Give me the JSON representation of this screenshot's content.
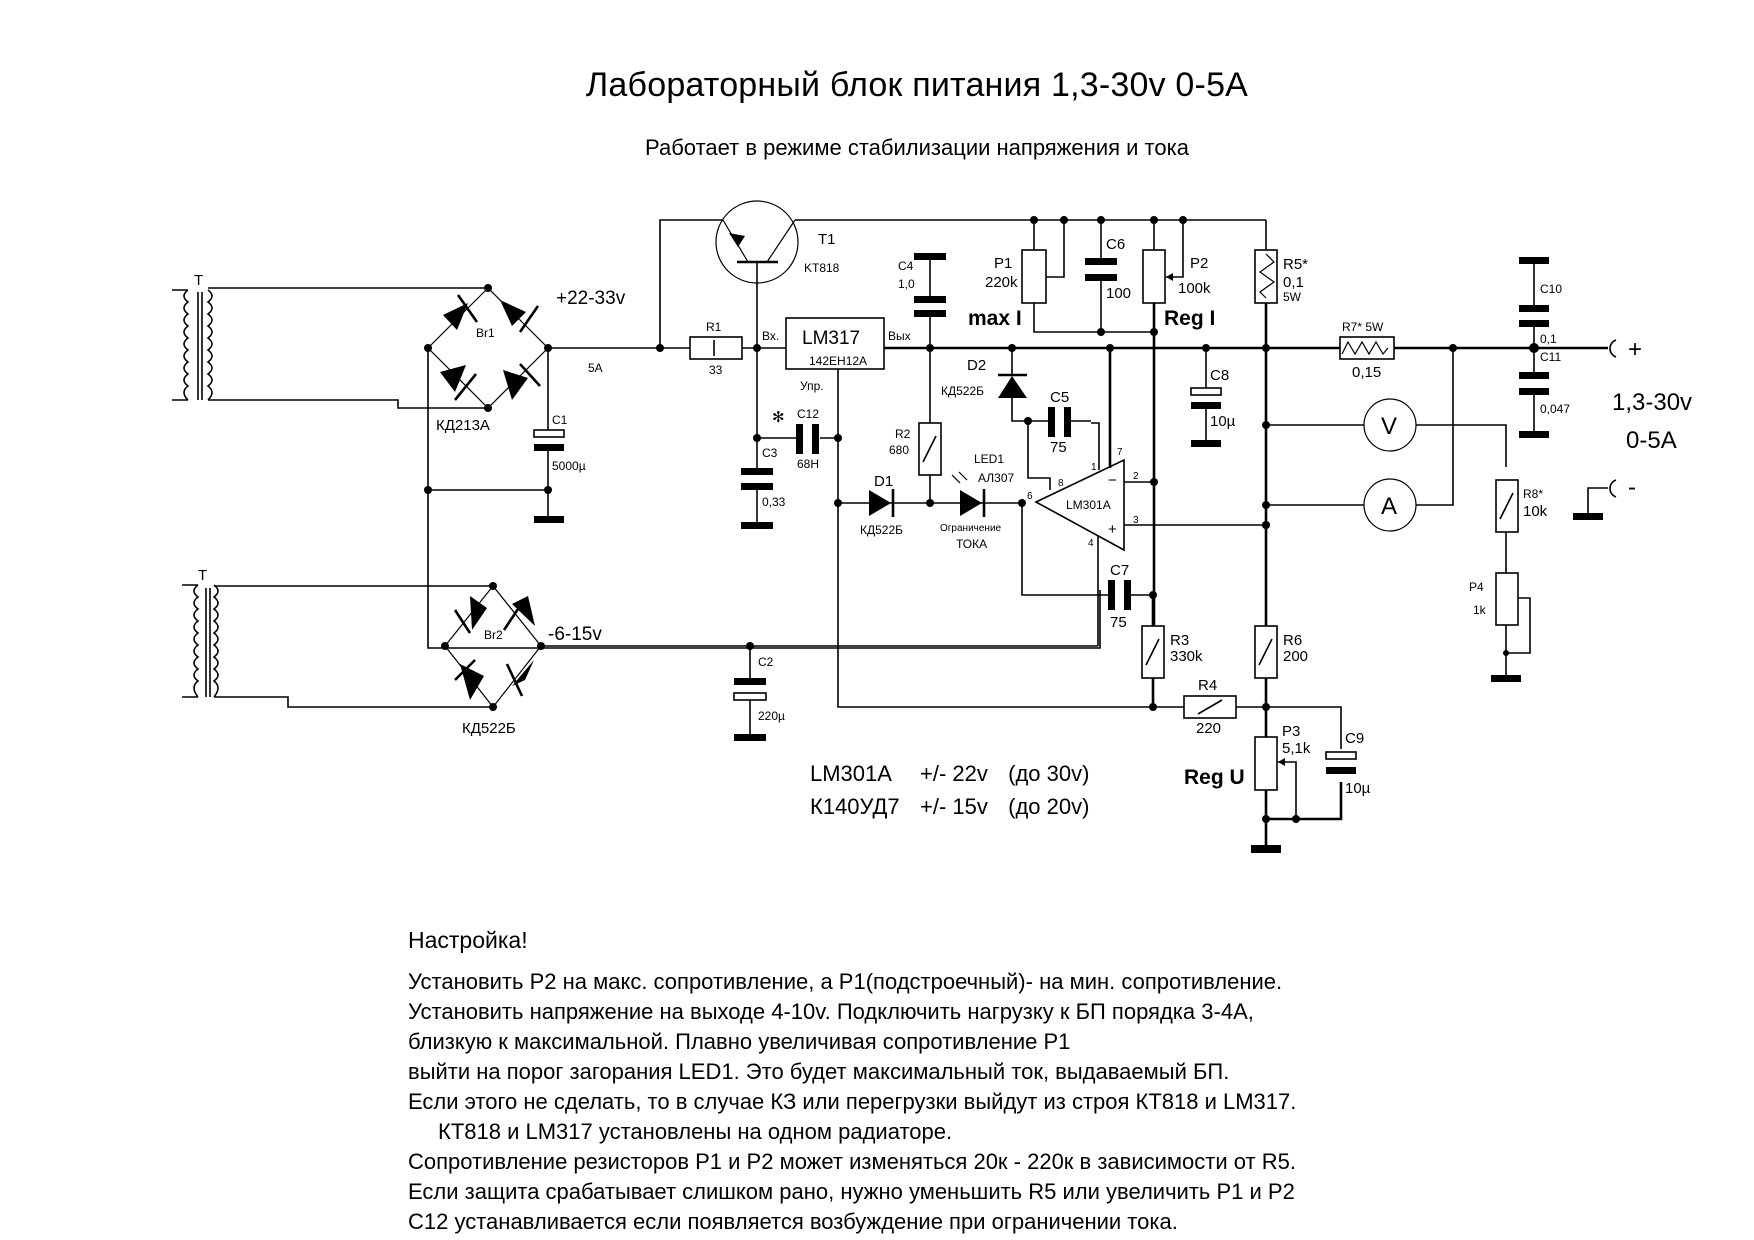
{
  "title": "Лабораторный блок питания  1,3-30v  0-5A",
  "subtitle": "Работает в режиме стабилизации напряжения и тока",
  "schematic": {
    "transformer_label": "T",
    "bridge1": {
      "ref": "Br1",
      "part": "КД213А"
    },
    "bridge2": {
      "ref": "Br2",
      "part": "КД522Б"
    },
    "rail_pos_label": "+22-33v",
    "rail_current_label": "5A",
    "rail_neg_label": "-6-15v",
    "C1": {
      "ref": "C1",
      "value": "5000µ"
    },
    "C2": {
      "ref": "C2",
      "value": "220µ"
    },
    "R1": {
      "ref": "R1",
      "value": "33"
    },
    "T1": {
      "ref": "T1",
      "part": "KT818"
    },
    "LM317": {
      "name": "LM317",
      "alt": "142ЕН12А",
      "pin_in": "Вх.",
      "pin_out": "Вых",
      "pin_adj": "Упр."
    },
    "C4": {
      "ref": "C4",
      "value": "1,0"
    },
    "C3": {
      "ref": "C3",
      "value": "0,33"
    },
    "C12": {
      "ref": "C12",
      "value": "68Н",
      "mark": "✻"
    },
    "R2": {
      "ref": "R2",
      "value": "680"
    },
    "D1": {
      "ref": "D1",
      "part": "КД522Б"
    },
    "D2": {
      "ref": "D2",
      "part": "КД522Б"
    },
    "LED1": {
      "ref": "LED1",
      "part": "АЛ307",
      "caption_line1": "Ограничение",
      "caption_line2": "ТОКА"
    },
    "C5": {
      "ref": "C5",
      "value": "75"
    },
    "C7": {
      "ref": "C7",
      "value": "75"
    },
    "opamp": {
      "name": "LM301A",
      "pins": {
        "p1": "1",
        "p2": "2",
        "p3": "3",
        "p4": "4",
        "p6": "6",
        "p7": "7",
        "p8": "8"
      },
      "minus": "−",
      "plus": "+"
    },
    "P1": {
      "ref": "P1",
      "value": "220k",
      "caption": "max I"
    },
    "C6": {
      "ref": "C6",
      "value": "100"
    },
    "P2": {
      "ref": "P2",
      "value": "100k",
      "caption": "Reg I"
    },
    "R5": {
      "ref": "R5*",
      "value": "0,1",
      "power": "5W"
    },
    "C8": {
      "ref": "C8",
      "value": "10µ"
    },
    "R7": {
      "ref": "R7* 5W",
      "value": "0,15"
    },
    "C10": {
      "ref": "C10",
      "value": "0,1"
    },
    "C11": {
      "ref": "C11",
      "value": "0,047"
    },
    "voltmeter": "V",
    "ammeter": "A",
    "R8": {
      "ref": "R8*",
      "value": "10k"
    },
    "P4": {
      "ref": "P4",
      "value": "1k"
    },
    "R3": {
      "ref": "R3",
      "value": "330k"
    },
    "R6": {
      "ref": "R6",
      "value": "200"
    },
    "R4": {
      "ref": "R4",
      "value": "220"
    },
    "P3": {
      "ref": "P3",
      "value": "5,1k",
      "caption": "Reg U"
    },
    "C9": {
      "ref": "C9",
      "value": "10µ"
    },
    "out_plus": "+",
    "out_minus": "-",
    "out_spec_v": "1,3-30v",
    "out_spec_a": "0-5A"
  },
  "opamp_table": [
    {
      "part": "LM301A",
      "supply": "+/- 22v",
      "max": "(до 30v)"
    },
    {
      "part": "К140УД7",
      "supply": "+/- 15v",
      "max": "(до 20v)"
    }
  ],
  "notes": {
    "heading": "Настройка!",
    "lines": [
      "Установить P2 на макс. сопротивление, а P1(подстроечный)- на мин. сопротивление.",
      "Установить напряжение на выходе 4-10v. Подключить нагрузку к БП  порядка 3-4А,",
      "близкую к максимальной. Плавно увеличивая сопротивление P1",
      "выйти на порог загорания LED1. Это будет максимальный ток, выдаваемый БП.",
      "Если этого не сделать, то в случае КЗ или перегрузки выйдут из строя КТ818 и LM317.",
      "КТ818 и LM317 установлены на одном радиаторе.",
      "Сопротивление резисторов P1 и P2 может изменяться 20к - 220к в зависимости от R5.",
      "Если защита срабатывает слишком рано, нужно уменьшить R5 или увеличить P1 и P2",
      "C12  устанавливается  если появляется возбуждение при ограничении тока."
    ]
  }
}
